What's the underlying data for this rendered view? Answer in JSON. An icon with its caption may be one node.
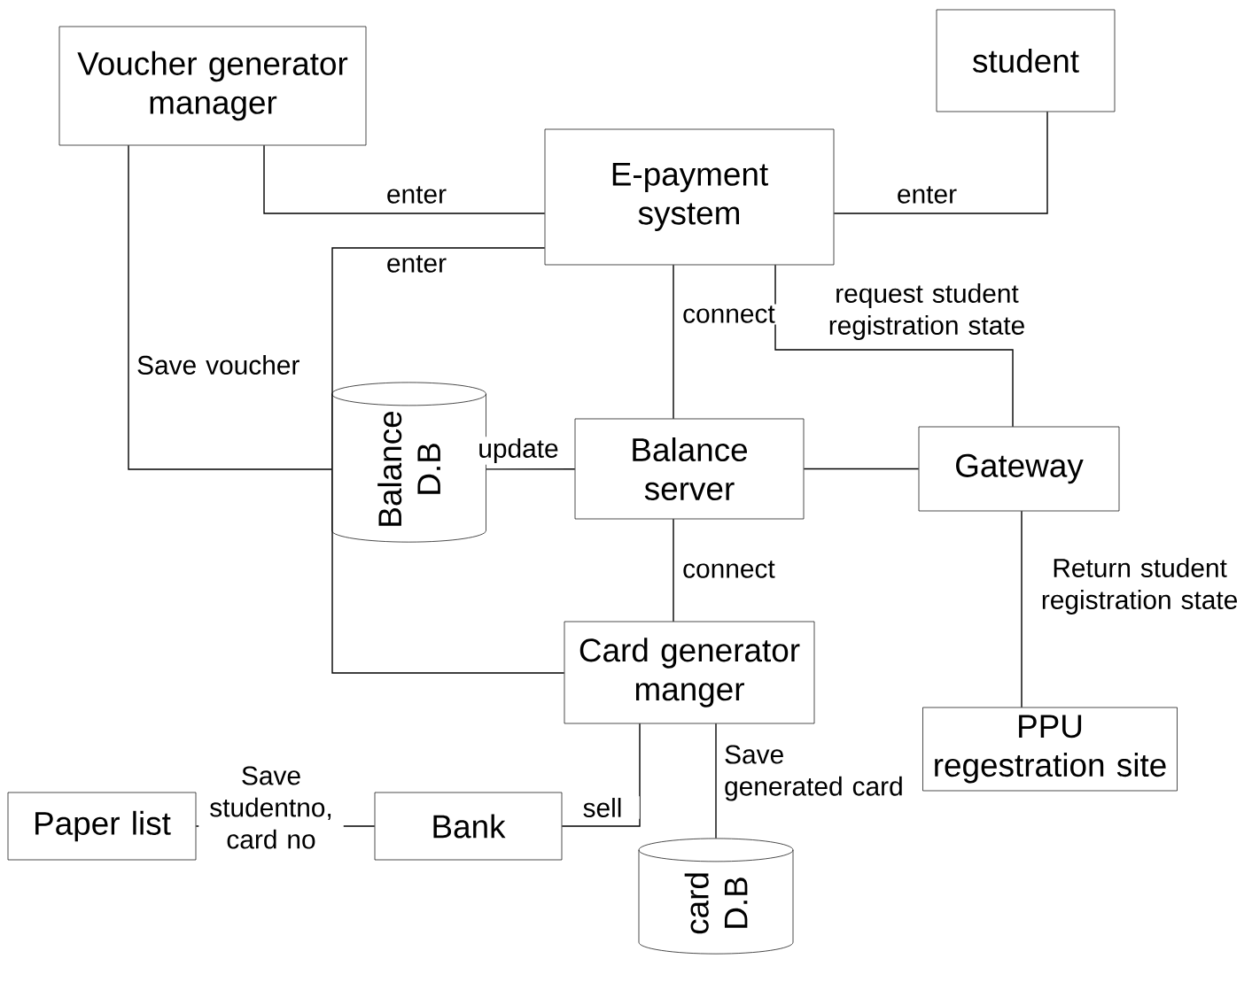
{
  "diagram": {
    "nodes": [
      {
        "text": [
          "Voucher generator manager"
        ]
      },
      {
        "text": [
          "student"
        ]
      },
      {
        "text": [
          "E-payment system"
        ]
      },
      {
        "text": [
          "Balance D.B"
        ]
      },
      {
        "text": [
          "Balance server"
        ]
      },
      {
        "text": [
          "Gateway"
        ]
      },
      {
        "text": [
          "Card generator manger"
        ]
      },
      {
        "text": [
          "PPU regestration site"
        ]
      },
      {
        "text": [
          "Paper list"
        ]
      },
      {
        "text": [
          "Bank"
        ]
      },
      {
        "text": [
          "card D.B"
        ]
      }
    ],
    "edges": [
      {
        "from": 0,
        "to": 2,
        "arrow": "none",
        "label": "enter"
      },
      {
        "from": 1,
        "to": 2,
        "arrow": "none",
        "label": "enter"
      },
      {
        "from": 6,
        "to": 2,
        "arrow": "none",
        "label": "enter"
      },
      {
        "from": 2,
        "to": 4,
        "arrow": "none",
        "label": "connect"
      },
      {
        "from": 2,
        "to": 5,
        "arrow": "none",
        "label": "request student registration state"
      },
      {
        "from": 0,
        "to": 3,
        "arrow": "none",
        "label": "Save voucher"
      },
      {
        "from": 3,
        "to": 4,
        "arrow": "none",
        "label": "update"
      },
      {
        "from": 4,
        "to": 5,
        "arrow": "none"
      },
      {
        "from": 4,
        "to": 6,
        "arrow": "none",
        "label": "connect"
      },
      {
        "from": 5,
        "to": 7,
        "arrow": "none",
        "label": "Return student registration state"
      },
      {
        "from": 6,
        "to": 9,
        "arrow": "none",
        "label": "sell"
      },
      {
        "from": 6,
        "to": 10,
        "arrow": "none",
        "label": "Save generated card"
      },
      {
        "from": 8,
        "to": 9,
        "arrow": "none",
        "label": "Save studentno, card no"
      }
    ]
  }
}
